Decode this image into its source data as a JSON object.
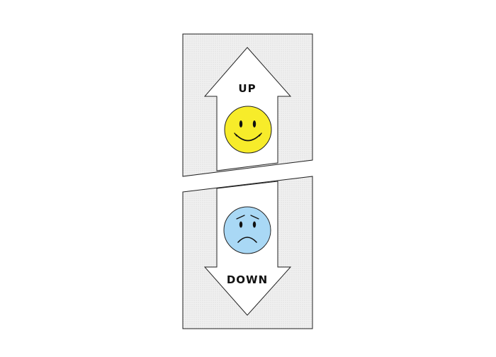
{
  "up_panel": {
    "label": "UP",
    "face": "happy-face",
    "face_color": "#f7ec2a"
  },
  "down_panel": {
    "label": "DOWN",
    "face": "sad-face",
    "face_color": "#a9d8f5"
  },
  "colors": {
    "panel_fill": "#f0f0f0",
    "panel_dots": "#c9c9c9",
    "outline": "#222222",
    "arrow_fill": "#ffffff"
  }
}
